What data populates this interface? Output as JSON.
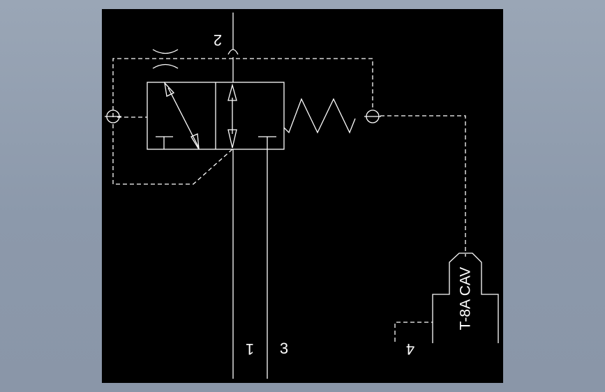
{
  "viewport": {
    "background_color": "#8e9aad",
    "canvas_color": "#000000",
    "line_color": "#ffffff"
  },
  "ports": {
    "port_1": "1",
    "port_2": "2",
    "port_3": "3",
    "port_4": "4"
  },
  "cavity": {
    "label": "T-8A CAV"
  }
}
